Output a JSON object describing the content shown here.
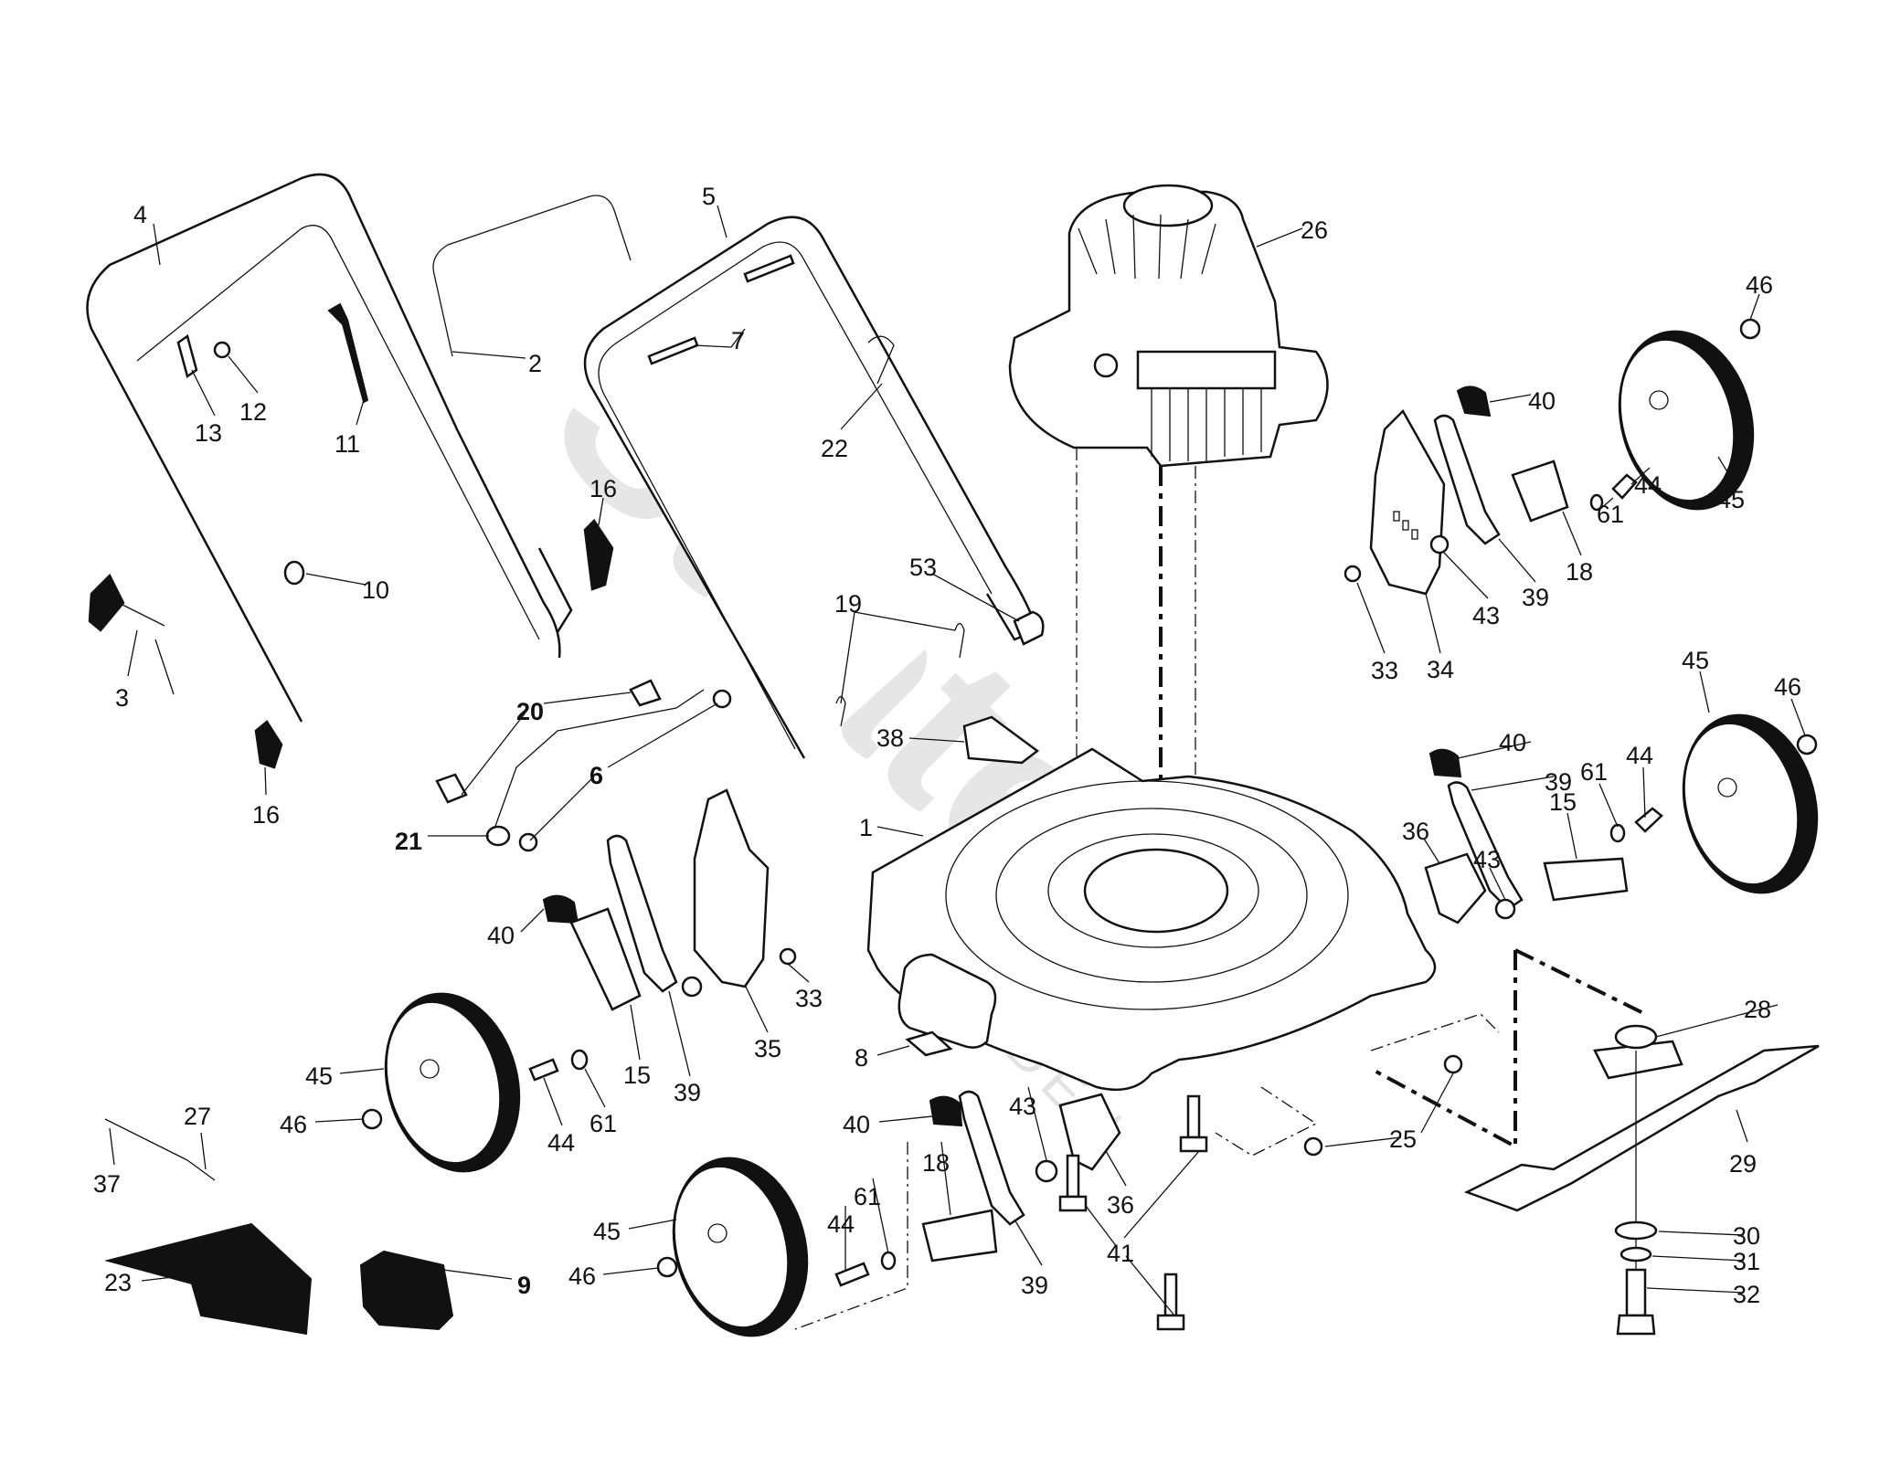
{
  "diagram": {
    "title": "Lawn mower parts exploded view",
    "watermark": {
      "brand": "Stratek",
      "sub": "GARDEN"
    },
    "callouts": [
      {
        "id": "c4",
        "text": "4",
        "bold": false
      },
      {
        "id": "c13",
        "text": "13",
        "bold": false
      },
      {
        "id": "c12",
        "text": "12",
        "bold": false
      },
      {
        "id": "c11",
        "text": "11",
        "bold": false
      },
      {
        "id": "c2",
        "text": "2",
        "bold": false
      },
      {
        "id": "c5",
        "text": "5",
        "bold": false
      },
      {
        "id": "c7",
        "text": "7",
        "bold": false
      },
      {
        "id": "c22",
        "text": "22",
        "bold": false
      },
      {
        "id": "c26",
        "text": "26",
        "bold": false
      },
      {
        "id": "c46a",
        "text": "46",
        "bold": false
      },
      {
        "id": "c40a",
        "text": "40",
        "bold": false
      },
      {
        "id": "c45a",
        "text": "45",
        "bold": false
      },
      {
        "id": "c44a",
        "text": "44",
        "bold": false
      },
      {
        "id": "c61a",
        "text": "61",
        "bold": false
      },
      {
        "id": "c18a",
        "text": "18",
        "bold": false
      },
      {
        "id": "c39a",
        "text": "39",
        "bold": false
      },
      {
        "id": "c43a",
        "text": "43",
        "bold": false
      },
      {
        "id": "c34",
        "text": "34",
        "bold": false
      },
      {
        "id": "c33a",
        "text": "33",
        "bold": false
      },
      {
        "id": "c16a",
        "text": "16",
        "bold": false
      },
      {
        "id": "c10",
        "text": "10",
        "bold": false
      },
      {
        "id": "c3",
        "text": "3",
        "bold": false
      },
      {
        "id": "c16b",
        "text": "16",
        "bold": false
      },
      {
        "id": "c20",
        "text": "20",
        "bold": true
      },
      {
        "id": "c6",
        "text": "6",
        "bold": true
      },
      {
        "id": "c21",
        "text": "21",
        "bold": true
      },
      {
        "id": "c53",
        "text": "53",
        "bold": false
      },
      {
        "id": "c19",
        "text": "19",
        "bold": false
      },
      {
        "id": "c38",
        "text": "38",
        "bold": false
      },
      {
        "id": "c1",
        "text": "1",
        "bold": false
      },
      {
        "id": "c40b",
        "text": "40",
        "bold": false
      },
      {
        "id": "c39b",
        "text": "39",
        "bold": false
      },
      {
        "id": "c45b",
        "text": "45",
        "bold": false
      },
      {
        "id": "c46b",
        "text": "46",
        "bold": false
      },
      {
        "id": "c44b",
        "text": "44",
        "bold": false
      },
      {
        "id": "c61b",
        "text": "61",
        "bold": false
      },
      {
        "id": "c15a",
        "text": "15",
        "bold": false
      },
      {
        "id": "c36a",
        "text": "36",
        "bold": false
      },
      {
        "id": "c43b",
        "text": "43",
        "bold": false
      },
      {
        "id": "c40c",
        "text": "40",
        "bold": false
      },
      {
        "id": "c33b",
        "text": "33",
        "bold": false
      },
      {
        "id": "c35",
        "text": "35",
        "bold": false
      },
      {
        "id": "c39c",
        "text": "39",
        "bold": false
      },
      {
        "id": "c15b",
        "text": "15",
        "bold": false
      },
      {
        "id": "c61c",
        "text": "61",
        "bold": false
      },
      {
        "id": "c44c",
        "text": "44",
        "bold": false
      },
      {
        "id": "c45c",
        "text": "45",
        "bold": false
      },
      {
        "id": "c46c",
        "text": "46",
        "bold": false
      },
      {
        "id": "c8",
        "text": "8",
        "bold": false
      },
      {
        "id": "c28",
        "text": "28",
        "bold": false
      },
      {
        "id": "c29",
        "text": "29",
        "bold": false
      },
      {
        "id": "c25",
        "text": "25",
        "bold": false
      },
      {
        "id": "c30",
        "text": "30",
        "bold": false
      },
      {
        "id": "c31",
        "text": "31",
        "bold": false
      },
      {
        "id": "c32",
        "text": "32",
        "bold": false
      },
      {
        "id": "c43c",
        "text": "43",
        "bold": false
      },
      {
        "id": "c36b",
        "text": "36",
        "bold": false
      },
      {
        "id": "c41",
        "text": "41",
        "bold": false
      },
      {
        "id": "c40d",
        "text": "40",
        "bold": false
      },
      {
        "id": "c18b",
        "text": "18",
        "bold": false
      },
      {
        "id": "c61d",
        "text": "61",
        "bold": false
      },
      {
        "id": "c44d",
        "text": "44",
        "bold": false
      },
      {
        "id": "c39d",
        "text": "39",
        "bold": false
      },
      {
        "id": "c45d",
        "text": "45",
        "bold": false
      },
      {
        "id": "c46d",
        "text": "46",
        "bold": false
      },
      {
        "id": "c37",
        "text": "37",
        "bold": false
      },
      {
        "id": "c27",
        "text": "27",
        "bold": false
      },
      {
        "id": "c23",
        "text": "23",
        "bold": false
      },
      {
        "id": "c9",
        "text": "9",
        "bold": true
      }
    ]
  }
}
